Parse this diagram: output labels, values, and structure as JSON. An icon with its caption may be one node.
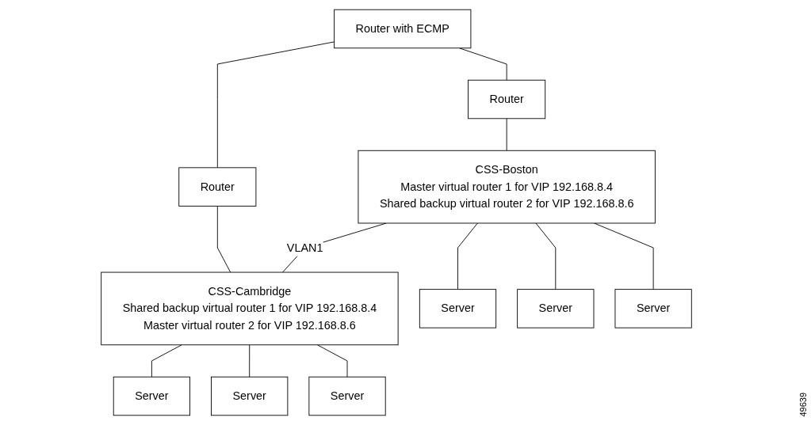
{
  "diagram": {
    "nodes": [
      {
        "text": [
          "Router with ECMP"
        ]
      },
      {
        "text": [
          "Router"
        ]
      },
      {
        "text": [
          "Router"
        ]
      },
      {
        "text": [
          "CSS-Boston",
          "Master virtual router 1 for VIP 192.168.8.4",
          "Shared backup virtual router 2 for VIP 192.168.8.6"
        ]
      },
      {
        "text": [
          "CSS-Cambridge",
          "Shared backup virtual router 1 for VIP 192.168.8.4",
          "Master virtual router 2 for VIP 192.168.8.6"
        ]
      },
      {
        "text": [
          "Server"
        ]
      },
      {
        "text": [
          "Server"
        ]
      },
      {
        "text": [
          "Server"
        ]
      },
      {
        "text": [
          "Server"
        ]
      },
      {
        "text": [
          "Server"
        ]
      },
      {
        "text": [
          "Server"
        ]
      }
    ],
    "edges": [
      {
        "from": 0,
        "to": 1,
        "arrow": "none"
      },
      {
        "from": 0,
        "to": 2,
        "arrow": "none"
      },
      {
        "from": 1,
        "to": 3,
        "arrow": "none"
      },
      {
        "from": 2,
        "to": 4,
        "arrow": "none"
      },
      {
        "from": 3,
        "to": 4,
        "arrow": "none",
        "label": "VLAN1"
      },
      {
        "from": 3,
        "to": 5,
        "arrow": "none"
      },
      {
        "from": 3,
        "to": 6,
        "arrow": "none"
      },
      {
        "from": 3,
        "to": 7,
        "arrow": "none"
      },
      {
        "from": 4,
        "to": 8,
        "arrow": "none"
      },
      {
        "from": 4,
        "to": 9,
        "arrow": "none"
      },
      {
        "from": 4,
        "to": 10,
        "arrow": "none"
      }
    ],
    "labels": [
      "49639"
    ]
  }
}
